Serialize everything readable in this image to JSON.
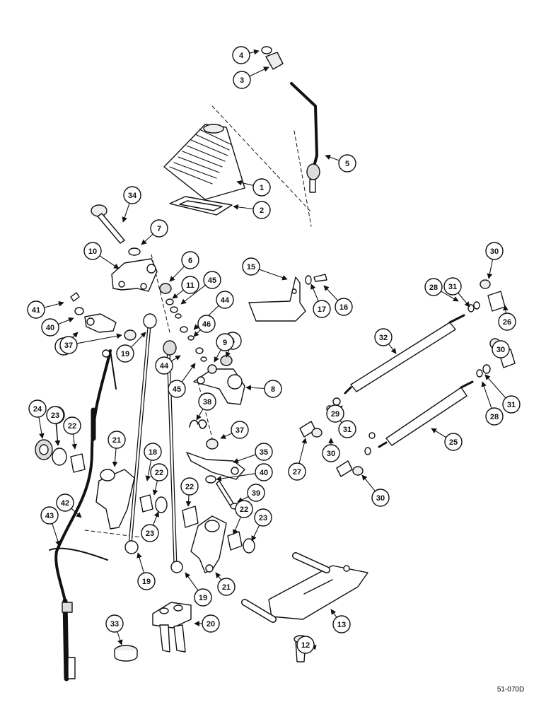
{
  "diagram": {
    "drawing_code": "51-070D",
    "callouts": [
      "1",
      "2",
      "3",
      "4",
      "5",
      "6",
      "6",
      "7",
      "8",
      "9",
      "10",
      "11",
      "12",
      "13",
      "15",
      "16",
      "17",
      "18",
      "19",
      "19",
      "19",
      "20",
      "21",
      "21",
      "22",
      "22",
      "22",
      "22",
      "23",
      "23",
      "23",
      "23",
      "24",
      "25",
      "26",
      "27",
      "28",
      "28",
      "29",
      "30",
      "30",
      "30",
      "30",
      "31",
      "31",
      "31",
      "32",
      "33",
      "34",
      "35",
      "36",
      "37",
      "37",
      "38",
      "39",
      "40",
      "40",
      "41",
      "42",
      "43",
      "44",
      "44",
      "45",
      "45",
      "46"
    ]
  }
}
